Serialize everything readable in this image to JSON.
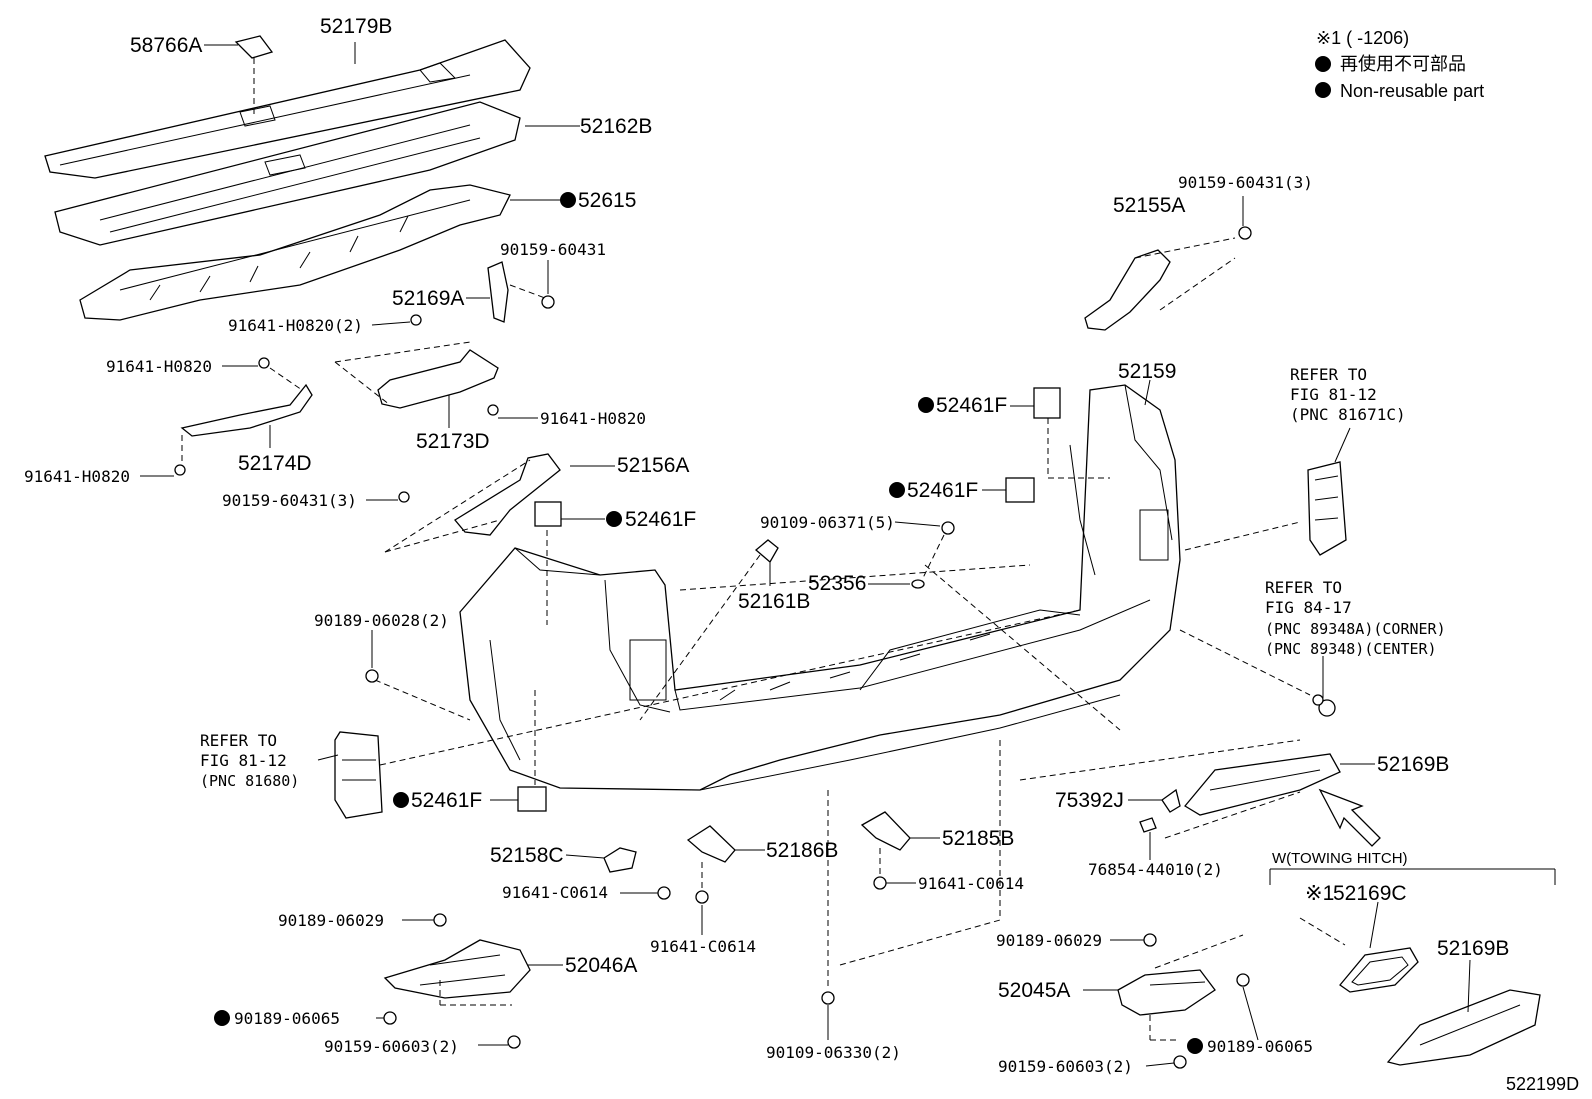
{
  "legend": {
    "note_1": "※1 (        -1206)",
    "nonreusable_jp": "再使用不可部品",
    "nonreusable_en": "Non-reusable part",
    "marker_color": "#000000"
  },
  "towing_hitch_label": "W(TOWING HITCH)",
  "diagram_code": "522199D",
  "parts": {
    "p58766A": "58766A",
    "p52179B": "52179B",
    "p52162B": "52162B",
    "p52615": "52615",
    "p90159_60431_a": "90159-60431",
    "p52169A": "52169A",
    "p91641_H0820_2": "91641-H0820(2)",
    "p91641_H0820_a": "91641-H0820",
    "p91641_H0820_b": "91641-H0820",
    "p52173D": "52173D",
    "p52174D": "52174D",
    "p91641_H0820_c": "91641-H0820",
    "p52156A": "52156A",
    "p90159_60431_3a": "90159-60431(3)",
    "p52461F_a": "52461F",
    "p90109_06371_5": "90109-06371(5)",
    "p52161B": "52161B",
    "p52356": "52356",
    "p52461F_b": "52461F",
    "p52461F_c": "52461F",
    "p52159": "52159",
    "p90159_60431_3b": "90159-60431(3)",
    "p52155A": "52155A",
    "p90189_06028_2": "90189-06028(2)",
    "p52461F_d": "52461F",
    "p52158C": "52158C",
    "p91641_C0614_a": "91641-C0614",
    "p52186B": "52186B",
    "p91641_C0614_b": "91641-C0614",
    "p52185B": "52185B",
    "p91641_C0614_c": "91641-C0614",
    "p75392J": "75392J",
    "p52169B_a": "52169B",
    "p76854_44010_2": "76854-44010(2)",
    "p90189_06029_a": "90189-06029",
    "p52046A": "52046A",
    "p90189_06065_a": "90189-06065",
    "p90159_60603_2a": "90159-60603(2)",
    "p90109_06330_2": "90109-06330(2)",
    "p90189_06029_b": "90189-06029",
    "p52045A": "52045A",
    "p90189_06065_b": "90189-06065",
    "p90159_60603_2b": "90159-60603(2)",
    "p52169C": "52169C",
    "p52169B_b": "52169B",
    "note1_mark": "※1"
  },
  "references": {
    "ref_lamp_right": [
      "REFER TO",
      "FIG 81-12",
      "(PNC 81671C)"
    ],
    "ref_sensor": [
      "REFER TO",
      "FIG 84-17",
      "(PNC 89348A)(CORNER)",
      "(PNC 89348)(CENTER)"
    ],
    "ref_lamp_left": [
      "REFER TO",
      "FIG 81-12",
      "(PNC 81680)"
    ]
  }
}
